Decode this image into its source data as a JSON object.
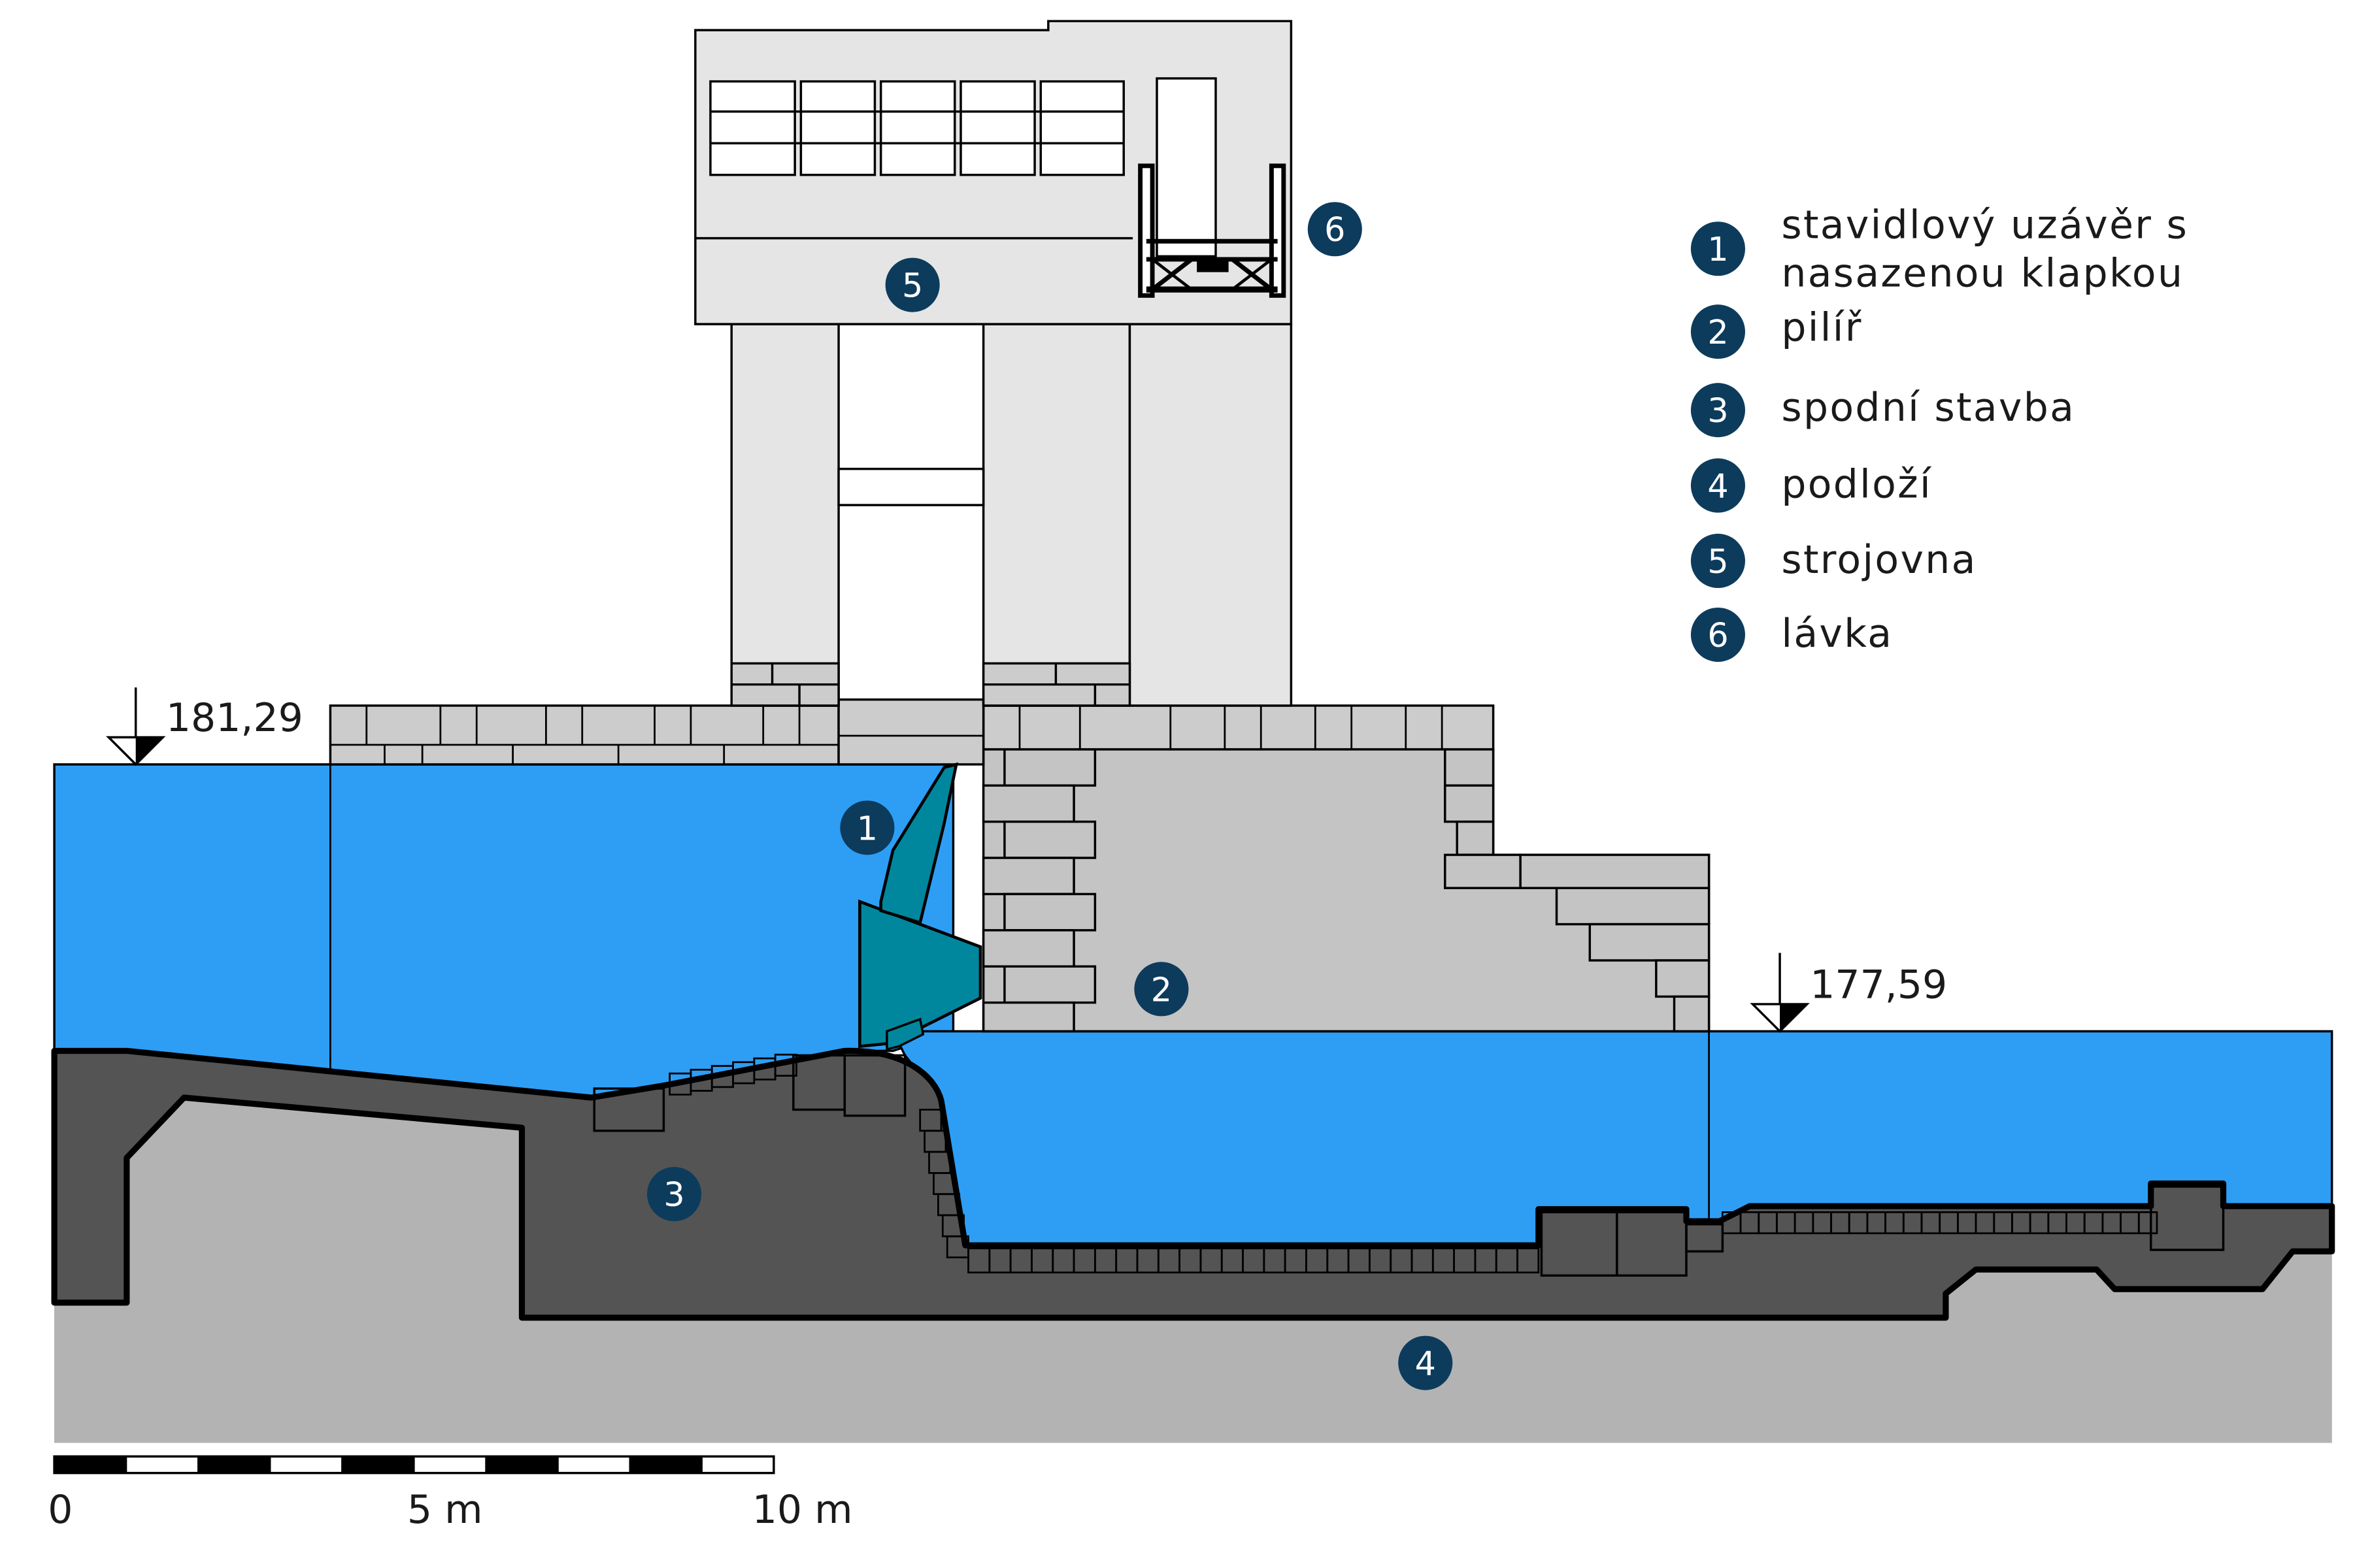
{
  "colors": {
    "water": "#2e9ef5",
    "gate": "#00879e",
    "substructure": "#545454",
    "subsoil": "#b3b3b3",
    "pier": "#c4c4c4",
    "masonry": "#cccccc",
    "engine_house": "#e5e5e5",
    "badge": "#0d3b5c",
    "outline": "#000000"
  },
  "levels": {
    "upstream": "181,29",
    "downstream": "177,59"
  },
  "callouts": [
    {
      "number": "1"
    },
    {
      "number": "2"
    },
    {
      "number": "3"
    },
    {
      "number": "4"
    },
    {
      "number": "5"
    },
    {
      "number": "6"
    }
  ],
  "legend": [
    {
      "number": "1",
      "line1": "stavidlový uzávěr s",
      "line2": "nasazenou klapkou"
    },
    {
      "number": "2",
      "line1": "pilíř"
    },
    {
      "number": "3",
      "line1": "spodní stavba"
    },
    {
      "number": "4",
      "line1": "podloží"
    },
    {
      "number": "5",
      "line1": "strojovna"
    },
    {
      "number": "6",
      "line1": "lávka"
    }
  ],
  "scale": {
    "labels": [
      "0",
      "5 m",
      "10 m"
    ]
  }
}
